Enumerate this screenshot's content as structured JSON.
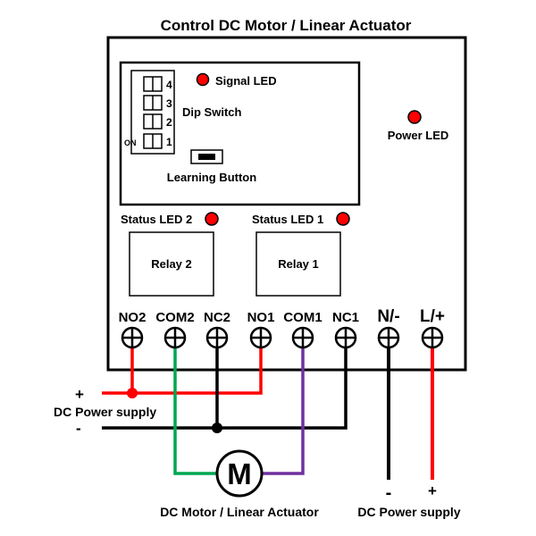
{
  "title": "Control DC Motor / Linear Actuator",
  "labels": {
    "signal_led": "Signal LED",
    "dip_switch": "Dip Switch",
    "learning_button": "Learning Button",
    "power_led": "Power LED",
    "status_led_2": "Status LED 2",
    "status_led_1": "Status LED 1",
    "relay_2": "Relay 2",
    "relay_1": "Relay 1"
  },
  "dip_switch": {
    "numbers": [
      "4",
      "3",
      "2",
      "1"
    ],
    "on_label": "ON"
  },
  "terminals": [
    "NO2",
    "COM2",
    "NC2",
    "NO1",
    "COM1",
    "NC1",
    "N/-",
    "L/+"
  ],
  "left_supply": {
    "plus": "+",
    "label": "DC Power supply",
    "minus": "-"
  },
  "right_supply": {
    "minus": "-",
    "plus": "+",
    "label": "DC Power supply"
  },
  "motor": {
    "symbol": "M",
    "label": "DC Motor / Linear Actuator"
  },
  "colors": {
    "led": "#ff0000",
    "wire_red": "#ff0000",
    "wire_black": "#000000",
    "wire_green": "#00a651",
    "wire_purple": "#7030a0"
  }
}
